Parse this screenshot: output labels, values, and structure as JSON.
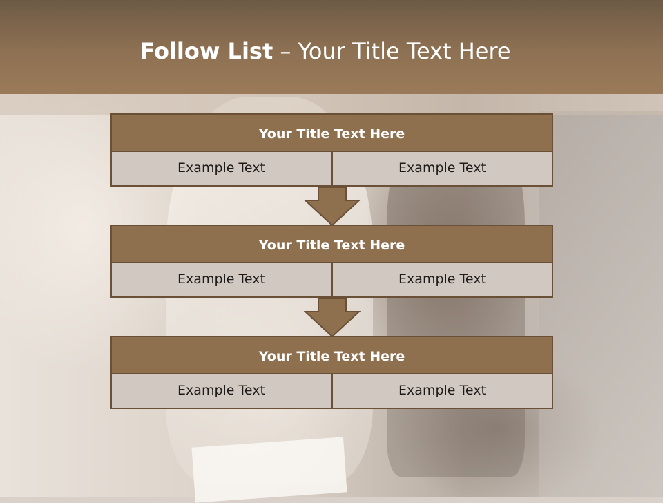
{
  "slide": {
    "title_bold": "Follow List",
    "title_rest": "– Your Title Text Here"
  },
  "blocks": [
    {
      "title": "Your Title Text Here",
      "left": "Example Text",
      "right": "Example Text"
    },
    {
      "title": "Your Title Text Here",
      "left": "Example Text",
      "right": "Example Text"
    },
    {
      "title": "Your Title Text Here",
      "left": "Example Text",
      "right": "Example Text"
    }
  ],
  "colors": {
    "header": "#8e7153",
    "block_title_bg": "#8e6f4e",
    "cell_bg": "#d2c8c2",
    "border": "#6b5038"
  }
}
